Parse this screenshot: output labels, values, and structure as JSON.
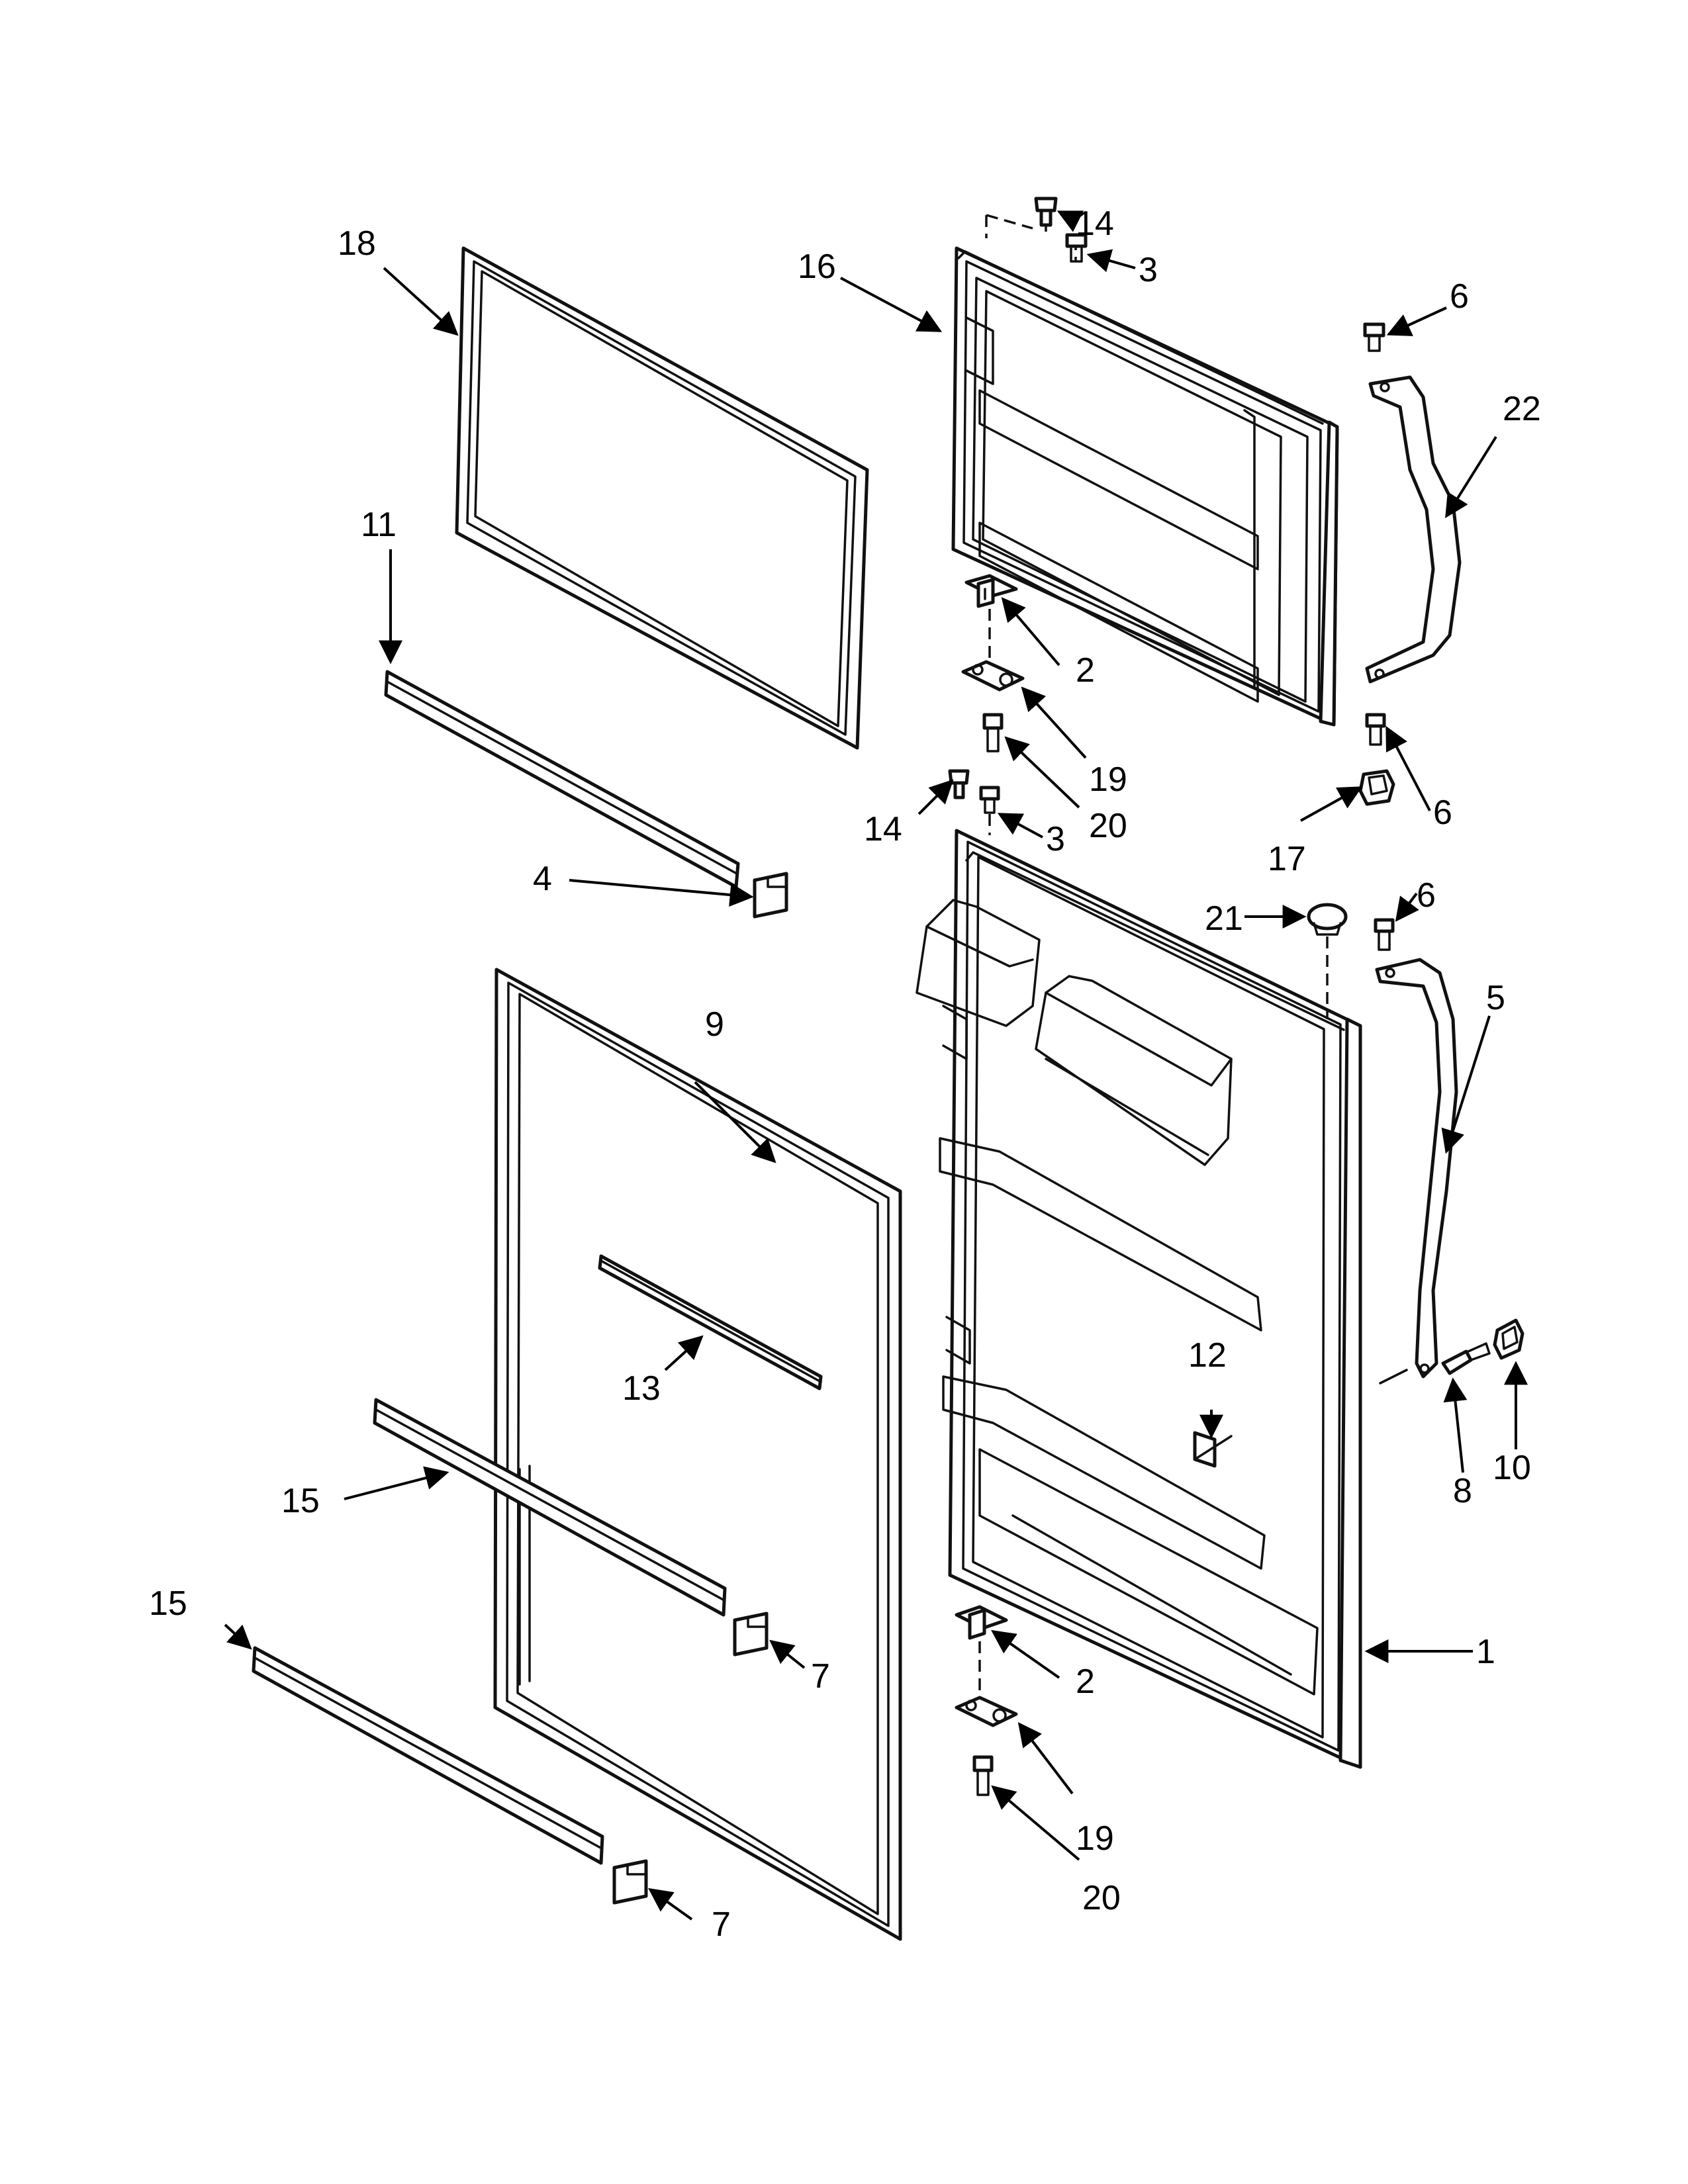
{
  "callouts": [
    {
      "id": "c1",
      "text": "1"
    },
    {
      "id": "c2a",
      "text": "2"
    },
    {
      "id": "c2b",
      "text": "2"
    },
    {
      "id": "c3a",
      "text": "3"
    },
    {
      "id": "c3b",
      "text": "3"
    },
    {
      "id": "c4",
      "text": "4"
    },
    {
      "id": "c5",
      "text": "5"
    },
    {
      "id": "c6a",
      "text": "6"
    },
    {
      "id": "c6b",
      "text": "6"
    },
    {
      "id": "c6c",
      "text": "6"
    },
    {
      "id": "c7a",
      "text": "7"
    },
    {
      "id": "c7b",
      "text": "7"
    },
    {
      "id": "c8",
      "text": "8"
    },
    {
      "id": "c9",
      "text": "9"
    },
    {
      "id": "c10",
      "text": "10"
    },
    {
      "id": "c11",
      "text": "11"
    },
    {
      "id": "c12",
      "text": "12"
    },
    {
      "id": "c13",
      "text": "13"
    },
    {
      "id": "c14a",
      "text": "14"
    },
    {
      "id": "c14b",
      "text": "14"
    },
    {
      "id": "c15a",
      "text": "15"
    },
    {
      "id": "c15b",
      "text": "15"
    },
    {
      "id": "c16",
      "text": "16"
    },
    {
      "id": "c17",
      "text": "17"
    },
    {
      "id": "c18",
      "text": "18"
    },
    {
      "id": "c19a",
      "text": "19"
    },
    {
      "id": "c19b",
      "text": "19"
    },
    {
      "id": "c20a",
      "text": "20"
    },
    {
      "id": "c20b",
      "text": "20"
    },
    {
      "id": "c21",
      "text": "21"
    },
    {
      "id": "c22",
      "text": "22"
    }
  ]
}
